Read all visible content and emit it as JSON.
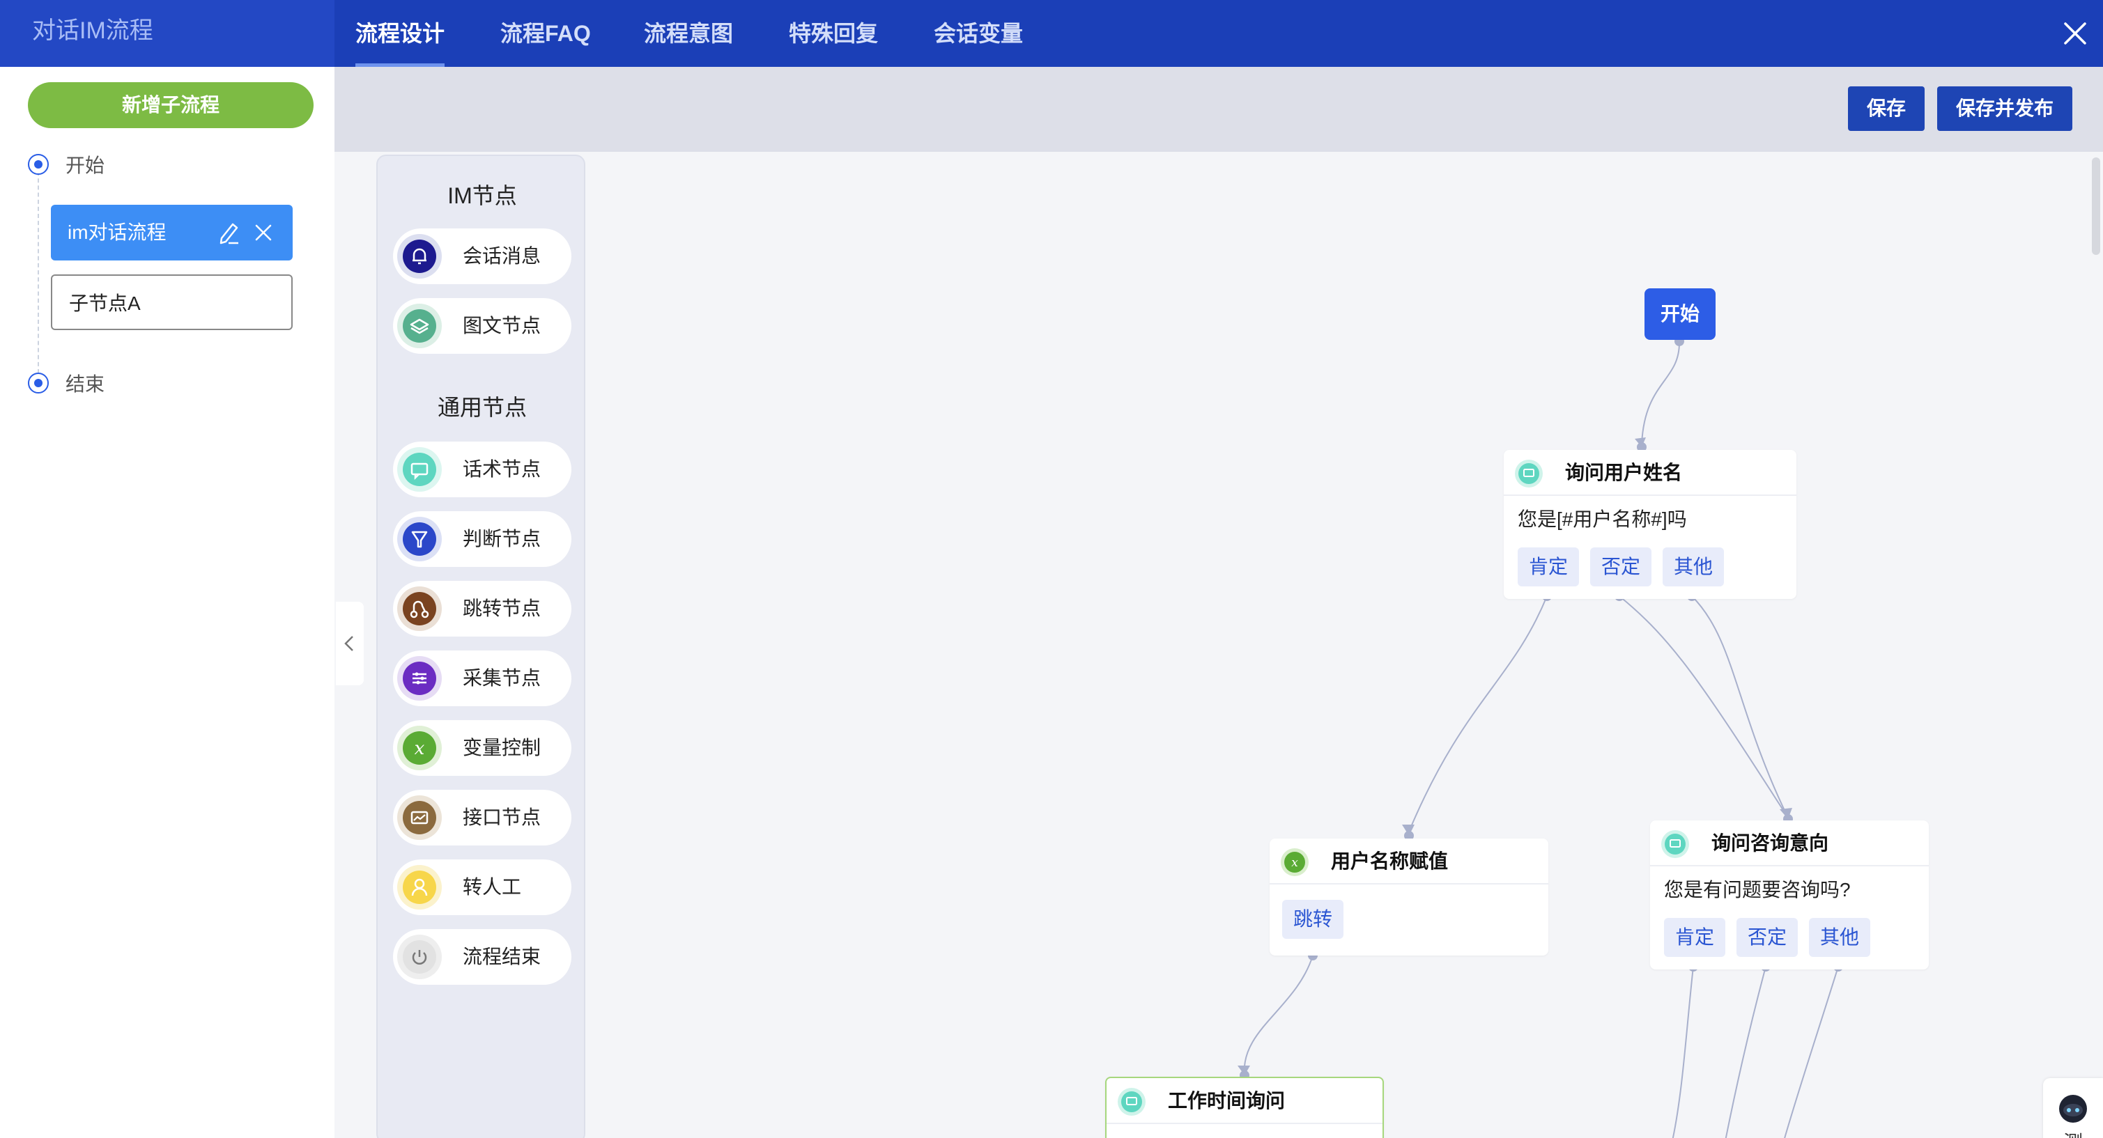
{
  "app": {
    "title": "对话IM流程"
  },
  "tabs": [
    {
      "label": "流程设计"
    },
    {
      "label": "流程FAQ"
    },
    {
      "label": "流程意图"
    },
    {
      "label": "特殊回复"
    },
    {
      "label": "会话变量"
    }
  ],
  "sidebar": {
    "add_button": "新增子流程",
    "start_label": "开始",
    "end_label": "结束",
    "flows": [
      {
        "label": "im对话流程"
      },
      {
        "label": "子节点A"
      }
    ]
  },
  "toolbar": {
    "save": "保存",
    "save_publish": "保存并发布"
  },
  "palette": {
    "im_heading": "IM节点",
    "general_heading": "通用节点",
    "im_items": [
      {
        "label": "会话消息",
        "icon": "bell-icon",
        "color": "#1d1a8f"
      },
      {
        "label": "图文节点",
        "icon": "layers-icon",
        "color": "#56b08e"
      }
    ],
    "general_items": [
      {
        "label": "话术节点",
        "icon": "chat-icon",
        "color": "#5ed6c0"
      },
      {
        "label": "判断节点",
        "icon": "filter-icon",
        "color": "#2b47c9"
      },
      {
        "label": "跳转节点",
        "icon": "route-icon",
        "color": "#7a4320"
      },
      {
        "label": "采集节点",
        "icon": "sliders-icon",
        "color": "#6b2cc2"
      },
      {
        "label": "变量控制",
        "icon": "variable-icon",
        "color": "#5aab34"
      },
      {
        "label": "接口节点",
        "icon": "api-icon",
        "color": "#8b6a3e"
      },
      {
        "label": "转人工",
        "icon": "person-icon",
        "color": "#f7d64a"
      },
      {
        "label": "流程结束",
        "icon": "power-icon",
        "color": "#c9c9c9"
      }
    ]
  },
  "flow": {
    "start": "开始",
    "nodes": [
      {
        "title": "询问用户姓名",
        "text": "您是[#用户名称#]吗",
        "buttons": [
          "肯定",
          "否定",
          "其他"
        ]
      },
      {
        "title": "用户名称赋值",
        "text": "",
        "buttons": [
          "跳转"
        ]
      },
      {
        "title": "询问咨询意向",
        "text": "您是有问题要咨询吗?",
        "buttons": [
          "肯定",
          "否定",
          "其他"
        ]
      },
      {
        "title": "工作时间询问",
        "text": "",
        "buttons": []
      }
    ]
  },
  "test_widget": {
    "label": "测\n试"
  }
}
